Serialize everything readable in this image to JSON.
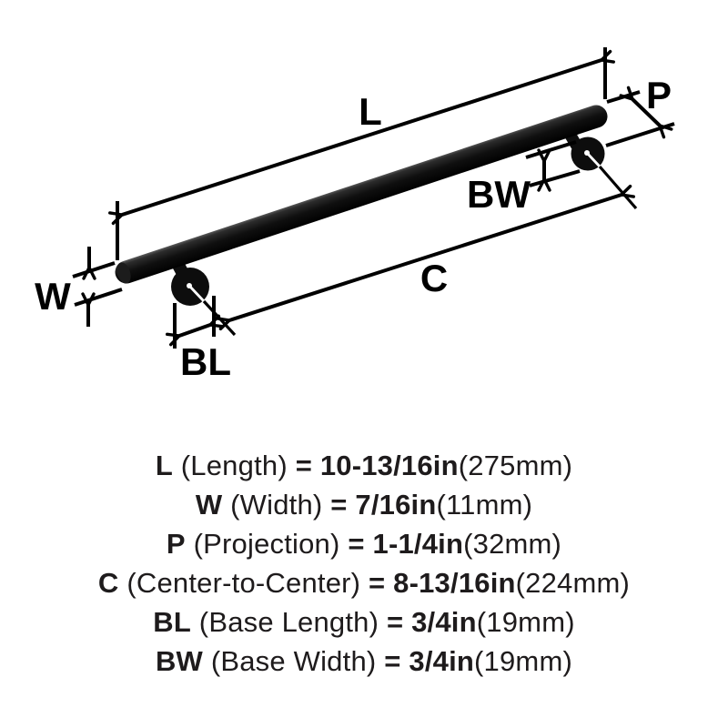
{
  "diagram": {
    "dim_labels": {
      "length": "L",
      "projection": "P",
      "base_width": "BW",
      "center_to_center": "C",
      "width": "W",
      "base_length": "BL"
    },
    "colors": {
      "ink": "#000000",
      "bar": "#111111",
      "text": "#1e1b1c",
      "background": "#ffffff"
    }
  },
  "specs": [
    {
      "label": "L",
      "name": "(Length)",
      "eq": "=",
      "value": "10-13/16in",
      "metric": "(275mm)"
    },
    {
      "label": "W",
      "name": "(Width)",
      "eq": "=",
      "value": "7/16in",
      "metric": "(11mm)"
    },
    {
      "label": "P",
      "name": "(Projection)",
      "eq": "=",
      "value": "1-1/4in",
      "metric": "(32mm)"
    },
    {
      "label": "C",
      "name": "(Center-to-Center)",
      "eq": "=",
      "value": "8-13/16in",
      "metric": "(224mm)"
    },
    {
      "label": "BL",
      "name": "(Base Length)",
      "eq": "=",
      "value": "3/4in",
      "metric": "(19mm)"
    },
    {
      "label": "BW",
      "name": "(Base Width)",
      "eq": "=",
      "value": "3/4in",
      "metric": "(19mm)"
    }
  ]
}
